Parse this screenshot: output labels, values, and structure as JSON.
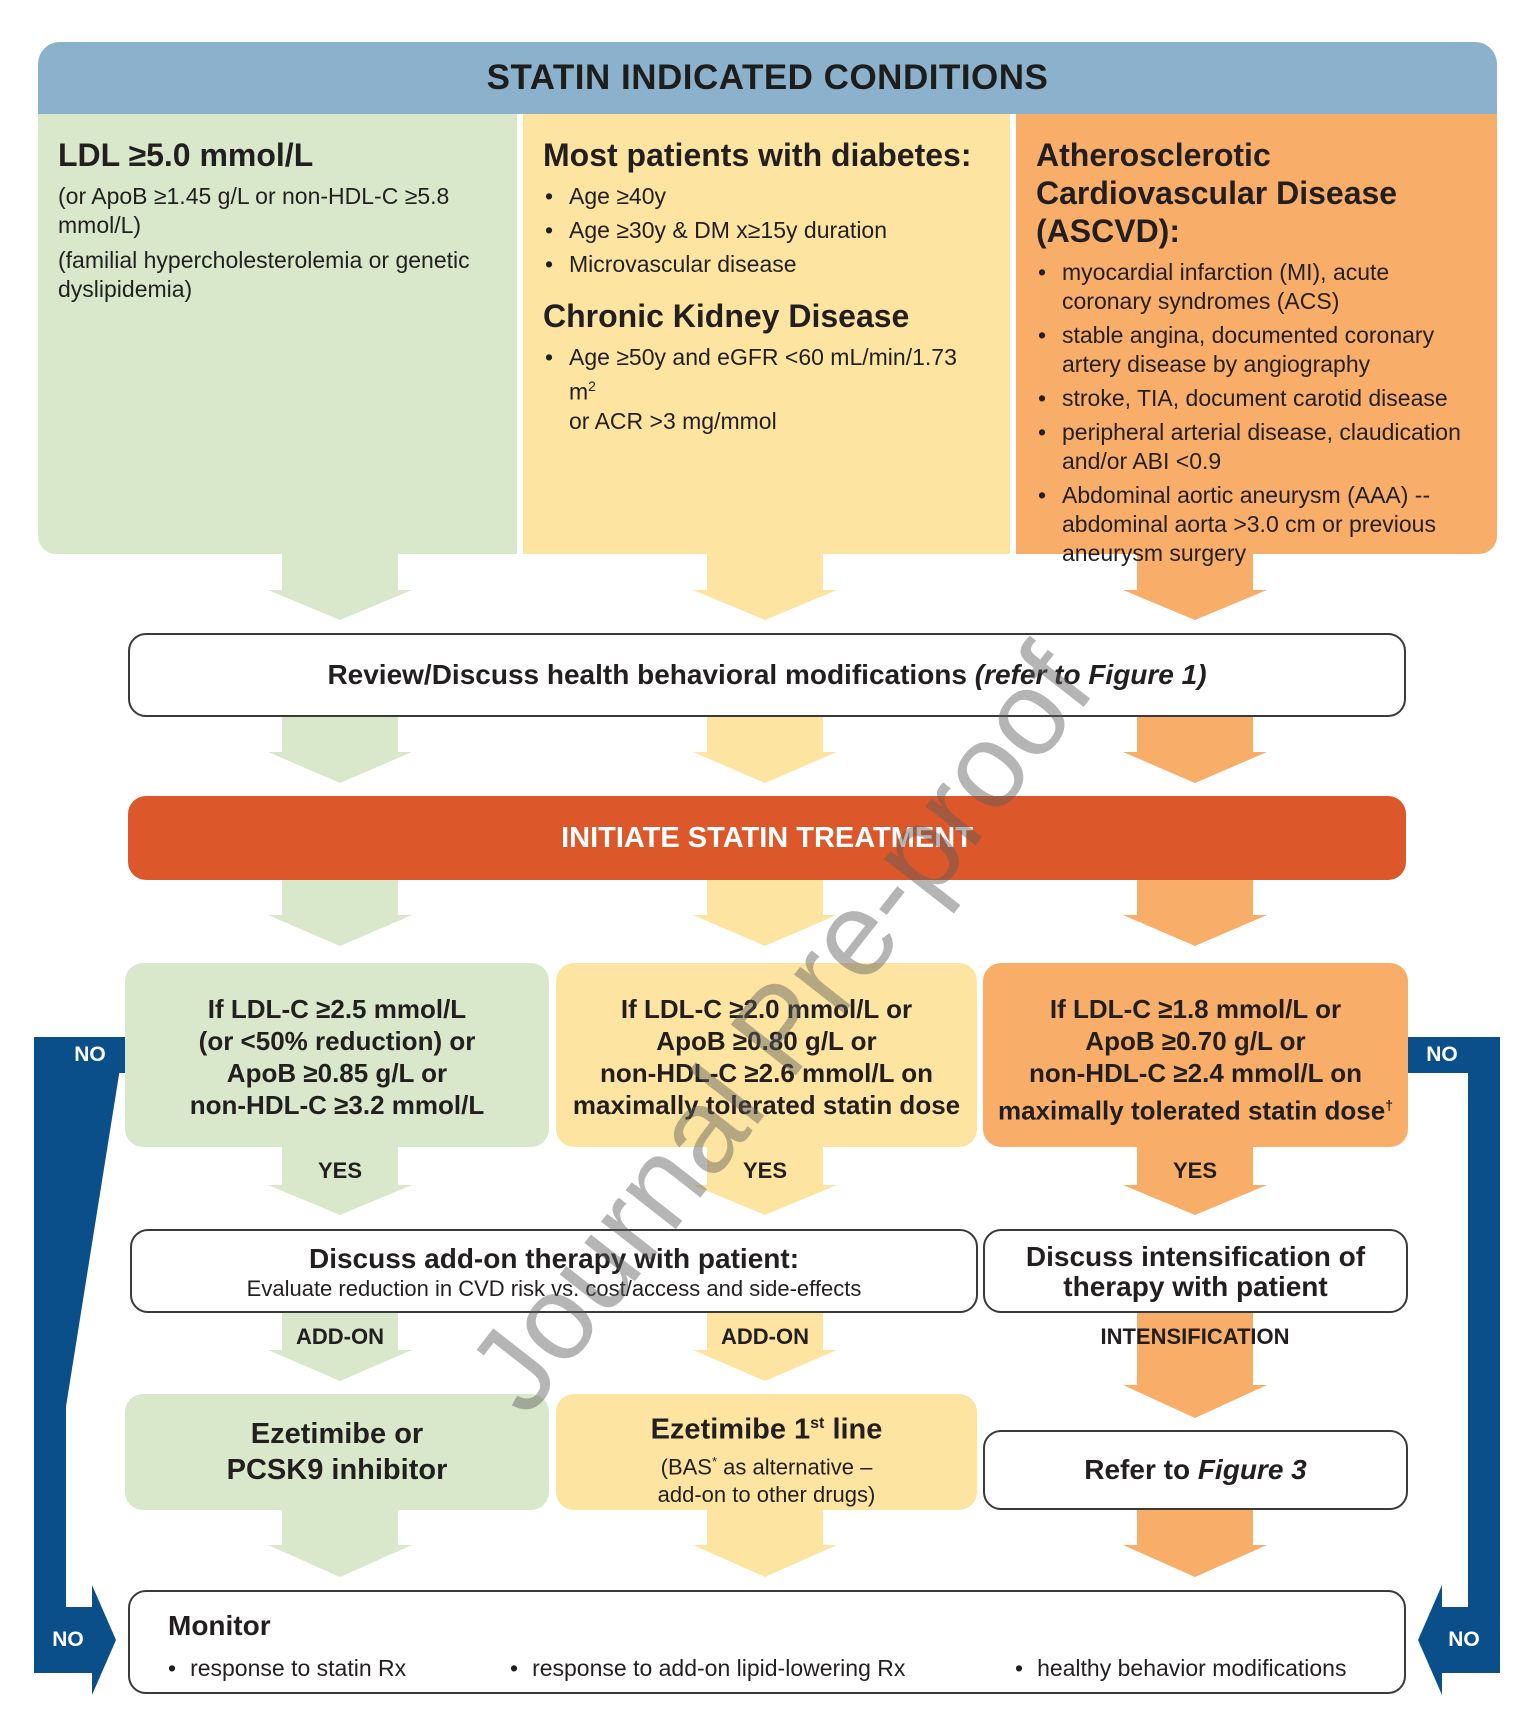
{
  "header": {
    "title": "STATIN INDICATED CONDITIONS"
  },
  "columns": {
    "ldl": {
      "title": "LDL ≥5.0 mmol/L",
      "line1": "(or ApoB ≥1.45 g/L or non-HDL-C ≥5.8 mmol/L)",
      "line2": "(familial hypercholesterolemia or genetic dyslipidemia)"
    },
    "diabetes": {
      "title": "Most patients with diabetes:",
      "items": [
        "Age ≥40y",
        "Age ≥30y & DM x≥15y duration",
        "Microvascular disease"
      ],
      "ckd_title": "Chronic Kidney Disease",
      "ckd_item_prefix": "Age ≥50y and eGFR <60 mL/min/1.73 m",
      "ckd_item_sup": "2",
      "ckd_item_suffix": "or ACR >3 mg/mmol"
    },
    "ascvd": {
      "title": "Atherosclerotic Cardiovascular Disease (ASCVD):",
      "items": [
        "myocardial infarction (MI), acute coronary syndromes (ACS)",
        "stable angina, documented coronary artery disease by angiography",
        "stroke, TIA, document carotid disease",
        "peripheral arterial disease, claudication and/or ABI <0.9",
        "Abdominal aortic aneurysm (AAA) -- abdominal aorta >3.0 cm or previous aneurysm surgery"
      ]
    }
  },
  "review": {
    "text": "Review/Discuss health behavioral modifications",
    "ref": "(refer to Figure 1)"
  },
  "initiate": {
    "text": "INITIATE STATIN TREATMENT"
  },
  "conditions": {
    "green": [
      "If LDL-C ≥2.5 mmol/L",
      "(or <50% reduction) or",
      "ApoB ≥0.85 g/L or",
      "non-HDL-C ≥3.2 mmol/L"
    ],
    "yellow": [
      "If LDL-C ≥2.0 mmol/L or",
      "ApoB ≥0.80 g/L or",
      "non-HDL-C ≥2.6 mmol/L on",
      "maximally tolerated statin dose"
    ],
    "orange": [
      "If LDL-C ≥1.8 mmol/L or",
      "ApoB ≥0.70 g/L or",
      "non-HDL-C ≥2.4 mmol/L on",
      "maximally tolerated statin dose"
    ],
    "orange_sup": "†"
  },
  "labels": {
    "yes": "YES",
    "no": "NO",
    "add_on": "ADD-ON",
    "intensification": "INTENSIFICATION"
  },
  "discuss_addon": {
    "title": "Discuss add-on therapy with patient:",
    "sub": "Evaluate reduction in CVD risk vs. cost/access and side-effects"
  },
  "discuss_intens": {
    "line1": "Discuss intensification of",
    "line2": "therapy with patient"
  },
  "therapy": {
    "green": [
      "Ezetimibe or",
      "PCSK9 inhibitor"
    ],
    "yellow_title": "Ezetimibe 1",
    "yellow_title_sup": "st",
    "yellow_title_suffix": " line",
    "yellow_sub1_prefix": "(BAS",
    "yellow_sub1_sup": "*",
    "yellow_sub1_suffix": " as alternative –",
    "yellow_sub2": "add-on to other drugs)",
    "refer_prefix": "Refer to ",
    "refer_ital": "Figure 3"
  },
  "monitor": {
    "title": "Monitor",
    "items": [
      "response to statin Rx",
      "response to add-on lipid-lowering Rx",
      "healthy behavior modifications"
    ]
  },
  "watermark": "Journal Pre-proof",
  "colors": {
    "green": "#d9e8cb",
    "yellow": "#fde5a1",
    "orange": "#f8ae69",
    "header": "#8cb1cc",
    "red": "#dc582a",
    "blue": "#0b4f8a"
  }
}
